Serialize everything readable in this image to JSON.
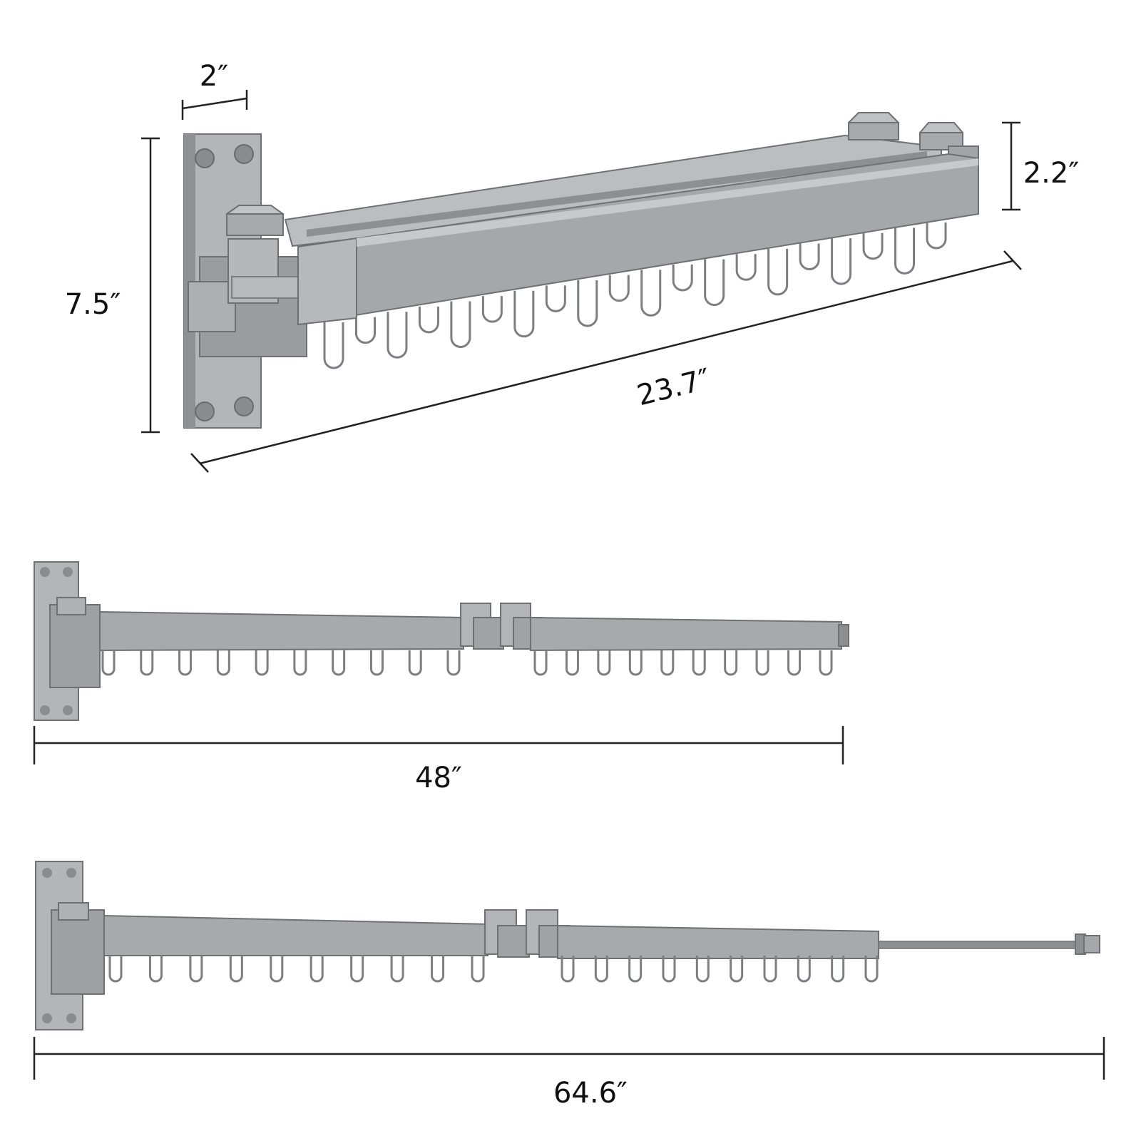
{
  "colors": {
    "metal": "#a6a7aa",
    "metal_dark": "#86878b",
    "metal_light": "#c4c5c8",
    "metal_edge": "#6f7074",
    "dimension_line": "#222222",
    "text": "#111111",
    "background": "#ffffff"
  },
  "views": {
    "folded": {
      "width_label": "2″",
      "height_label": "7.5″",
      "depth_label": "2.2″",
      "length_label": "23.7″",
      "hook_count": 20
    },
    "extended_partial": {
      "length_label": "48″",
      "hook_count": 20
    },
    "extended_full": {
      "length_label": "64.6″",
      "hook_count": 20
    }
  }
}
